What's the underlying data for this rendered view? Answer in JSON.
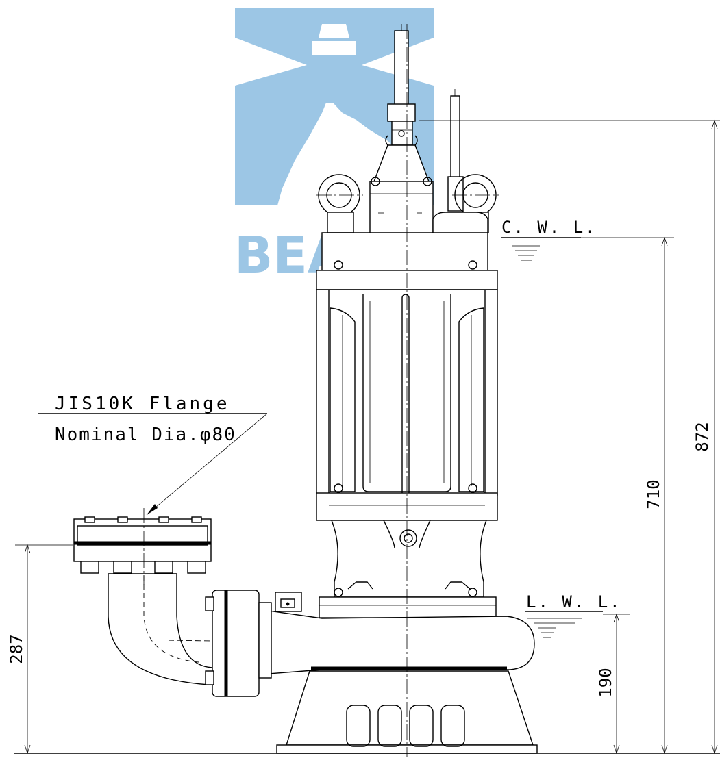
{
  "watermark": {
    "text": "BEACON",
    "color": "#9cc6e5"
  },
  "flange_note": {
    "line1": "JIS10K Flange",
    "line2": "Nominal Dia.φ80"
  },
  "water_levels": {
    "cwl": "C. W. L.",
    "lwl": "L. W. L."
  },
  "dimensions": {
    "total_height": "872",
    "cwl_height": "710",
    "outlet_height": "287",
    "lwl_height": "190"
  }
}
